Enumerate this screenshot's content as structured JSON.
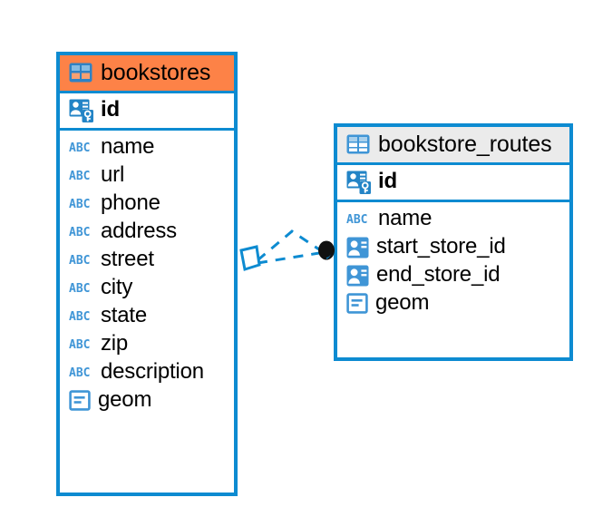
{
  "diagram": {
    "type": "entity-relationship-diagram",
    "background_color": "#FFFFFF",
    "accent_color": "#0D8BD1",
    "selected_color": "#FD8247",
    "header_color": "#EBEBEB"
  },
  "entities": [
    {
      "name": "bookstores",
      "selected": true,
      "header_icon": "table-icon",
      "primary_key": {
        "label": "id",
        "icon": "primary-key-icon"
      },
      "columns": [
        {
          "label": "name",
          "icon": "text-type-icon",
          "icon_text": "ABC"
        },
        {
          "label": "url",
          "icon": "text-type-icon",
          "icon_text": "ABC"
        },
        {
          "label": "phone",
          "icon": "text-type-icon",
          "icon_text": "ABC"
        },
        {
          "label": "address",
          "icon": "text-type-icon",
          "icon_text": "ABC"
        },
        {
          "label": "street",
          "icon": "text-type-icon",
          "icon_text": "ABC"
        },
        {
          "label": "city",
          "icon": "text-type-icon",
          "icon_text": "ABC"
        },
        {
          "label": "state",
          "icon": "text-type-icon",
          "icon_text": "ABC"
        },
        {
          "label": "zip",
          "icon": "text-type-icon",
          "icon_text": "ABC"
        },
        {
          "label": "description",
          "icon": "text-type-icon",
          "icon_text": "ABC"
        },
        {
          "label": "geom",
          "icon": "geometry-type-icon"
        }
      ]
    },
    {
      "name": "bookstore_routes",
      "selected": false,
      "header_icon": "table-icon",
      "primary_key": {
        "label": "id",
        "icon": "primary-key-icon"
      },
      "columns": [
        {
          "label": "name",
          "icon": "text-type-icon",
          "icon_text": "ABC"
        },
        {
          "label": "start_store_id",
          "icon": "foreign-key-icon"
        },
        {
          "label": "end_store_id",
          "icon": "foreign-key-icon"
        },
        {
          "label": "geom",
          "icon": "geometry-type-icon"
        }
      ]
    }
  ],
  "relationships": [
    {
      "from": "bookstores",
      "to": "bookstore_routes.start_store_id",
      "style": "dashed",
      "source_marker": "diamond-open",
      "target_marker": "filled-circle"
    },
    {
      "from": "bookstores",
      "to": "bookstore_routes.end_store_id",
      "style": "dashed",
      "source_marker": "diamond-open",
      "target_marker": "filled-circle"
    }
  ]
}
